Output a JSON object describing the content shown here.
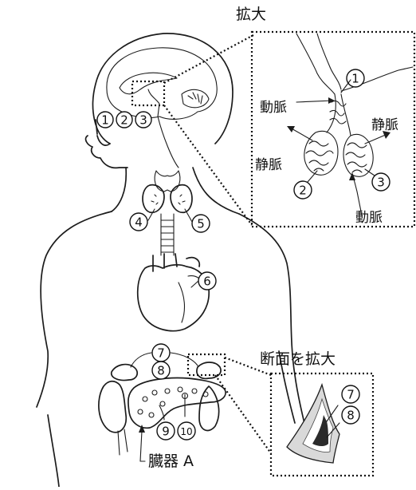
{
  "labels": {
    "enlarge": "拡大",
    "cross_section_enlarge": "断面を拡大",
    "artery": "動脈",
    "vein": "静脈",
    "organ_a": "臓器 A"
  },
  "numbers": {
    "n1": "1",
    "n2": "2",
    "n3": "3",
    "n4": "4",
    "n5": "5",
    "n6": "6",
    "n7": "7",
    "n8": "8",
    "n9": "9",
    "n10": "10"
  },
  "colors": {
    "line": "#1c1c1c",
    "background": "#ffffff"
  }
}
